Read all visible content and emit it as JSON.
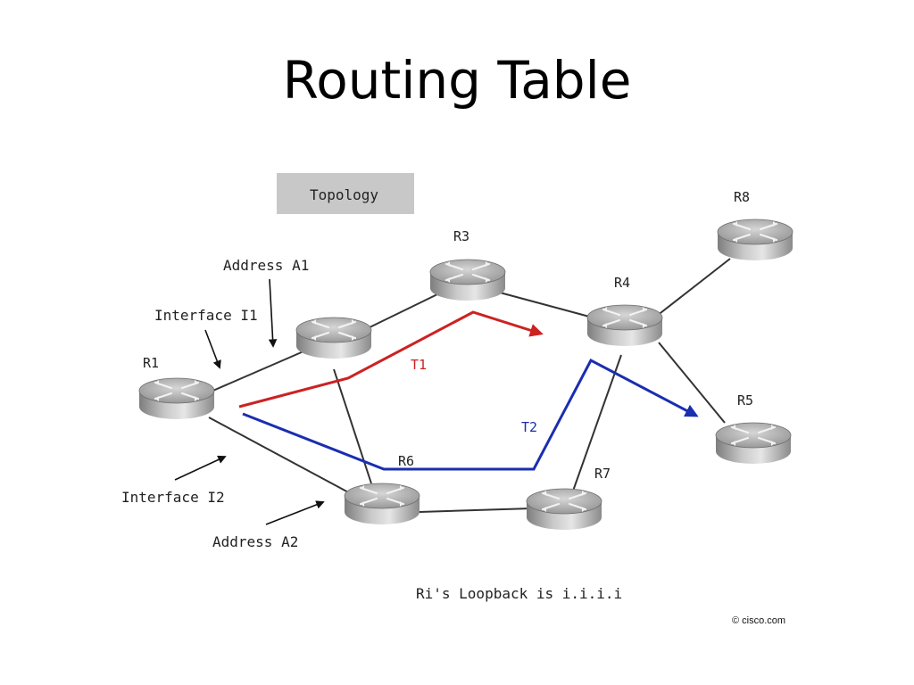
{
  "slide": {
    "title": "Routing Table"
  },
  "diagram": {
    "topology_label": "Topology",
    "routers": {
      "r1": "R1",
      "r3": "R3",
      "r4": "R4",
      "r5": "R5",
      "r6": "R6",
      "r7": "R7",
      "r8": "R8"
    },
    "annotations": {
      "address_a1": "Address A1",
      "interface_i1": "Interface I1",
      "interface_i2": "Interface I2",
      "address_a2": "Address A2"
    },
    "tunnels": {
      "t1": "T1",
      "t2": "T2"
    },
    "loopback_note": "Ri's Loopback is i.i.i.i",
    "credit": "© cisco.com",
    "colors": {
      "tunnel_t1": "#cc2222",
      "tunnel_t2": "#1a2eb0",
      "link": "#333333",
      "topology_box": "#c8c8c8"
    }
  }
}
